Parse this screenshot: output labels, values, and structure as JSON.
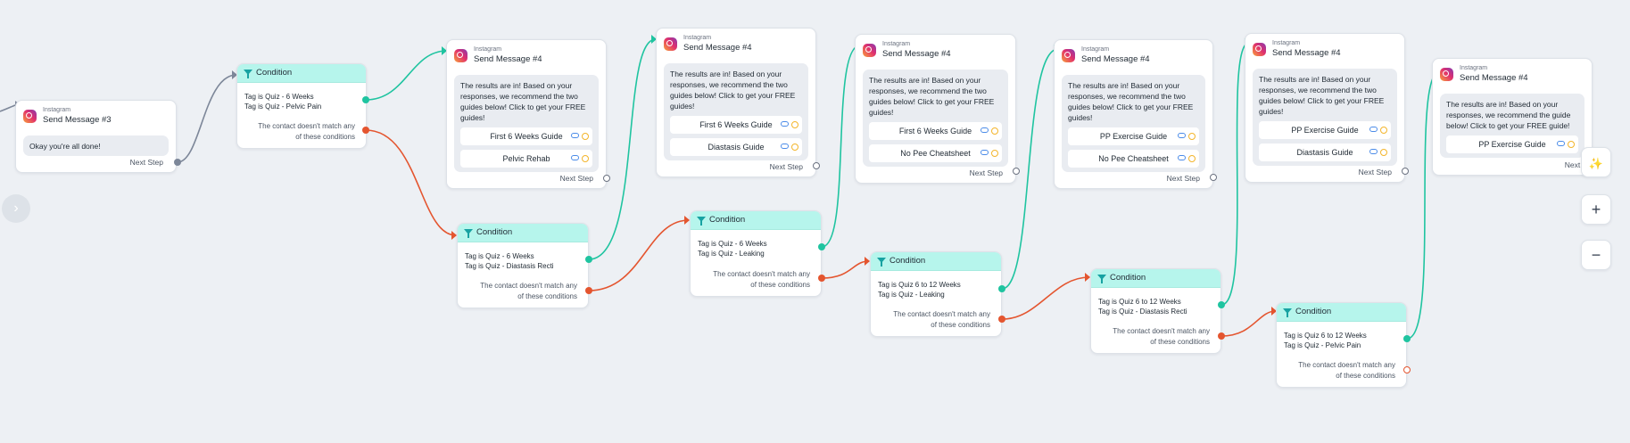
{
  "canvas": {
    "background": "#edf0f4",
    "colors": {
      "success": "#1fc4a0",
      "failure": "#e4552f",
      "neutral": "#7d8799",
      "condition_header": "#b6f5ec"
    }
  },
  "platform_label": "Instagram",
  "next_step_label": "Next Step",
  "messages": [
    {
      "title": "Send Message #3",
      "text": "Okay you're all done!",
      "buttons": [],
      "next": "Next Step"
    },
    {
      "title": "Send Message #4",
      "text": "The results are in! Based on your responses, we recommend the two guides below! Click to get your FREE guides!",
      "buttons": [
        "First 6 Weeks Guide",
        "Pelvic Rehab"
      ],
      "next": "Next Step"
    },
    {
      "title": "Send Message #4",
      "text": "The results are in! Based on your responses, we recommend the two guides below! Click to get your FREE guides!",
      "buttons": [
        "First 6 Weeks Guide",
        "Diastasis Guide"
      ],
      "next": "Next Step"
    },
    {
      "title": "Send Message #4",
      "text": "The results are in! Based on your responses, we recommend the two guides below! Click to get your FREE guides!",
      "buttons": [
        "First 6 Weeks Guide",
        "No Pee Cheatsheet"
      ],
      "next": "Next Step"
    },
    {
      "title": "Send Message #4",
      "text": "The results are in! Based on your responses, we recommend the two guides below! Click to get your FREE guides!",
      "buttons": [
        "PP Exercise Guide",
        "No Pee Cheatsheet"
      ],
      "next": "Next Step"
    },
    {
      "title": "Send Message #4",
      "text": "The results are in! Based on your responses, we recommend the two guides below! Click to get your FREE guides!",
      "buttons": [
        "PP Exercise Guide",
        "Diastasis Guide"
      ],
      "next": "Next Step"
    },
    {
      "title": "Send Message #4",
      "text": "The results are in! Based on your responses, we recommend the guide below! Click to get your FREE guide!",
      "buttons": [
        "PP Exercise Guide"
      ],
      "next": "Next Sh"
    }
  ],
  "conditions": [
    {
      "title": "Condition",
      "rules": [
        "Tag is Quiz - 6 Weeks",
        "Tag is Quiz - Pelvic Pain"
      ],
      "fallback": [
        "The contact doesn't match any",
        "of these conditions"
      ]
    },
    {
      "title": "Condition",
      "rules": [
        "Tag is Quiz - 6 Weeks",
        "Tag is Quiz - Diastasis Recti"
      ],
      "fallback": [
        "The contact doesn't match any",
        "of these conditions"
      ]
    },
    {
      "title": "Condition",
      "rules": [
        "Tag is Quiz - 6 Weeks",
        "Tag is Quiz - Leaking"
      ],
      "fallback": [
        "The contact doesn't match any",
        "of these conditions"
      ]
    },
    {
      "title": "Condition",
      "rules": [
        "Tag is Quiz 6 to 12 Weeks",
        "Tag is Quiz - Leaking"
      ],
      "fallback": [
        "The contact doesn't match any",
        "of these conditions"
      ]
    },
    {
      "title": "Condition",
      "rules": [
        "Tag is Quiz 6 to 12 Weeks",
        "Tag is Quiz - Diastasis Recti"
      ],
      "fallback": [
        "The contact doesn't match any",
        "of these conditions"
      ]
    },
    {
      "title": "Condition",
      "rules": [
        "Tag is Quiz 6 to 12 Weeks",
        "Tag is Quiz - Pelvic Pain"
      ],
      "fallback": [
        "The contact doesn't match any",
        "of these conditions"
      ]
    }
  ],
  "toolbar": [
    {
      "name": "magic-wand-button",
      "icon": "magic-wand-icon",
      "glyph": "✨"
    },
    {
      "name": "zoom-in-button",
      "icon": "plus-icon",
      "glyph": "+"
    },
    {
      "name": "zoom-out-button",
      "icon": "minus-icon",
      "glyph": "−"
    }
  ],
  "expand_glyph": "›"
}
